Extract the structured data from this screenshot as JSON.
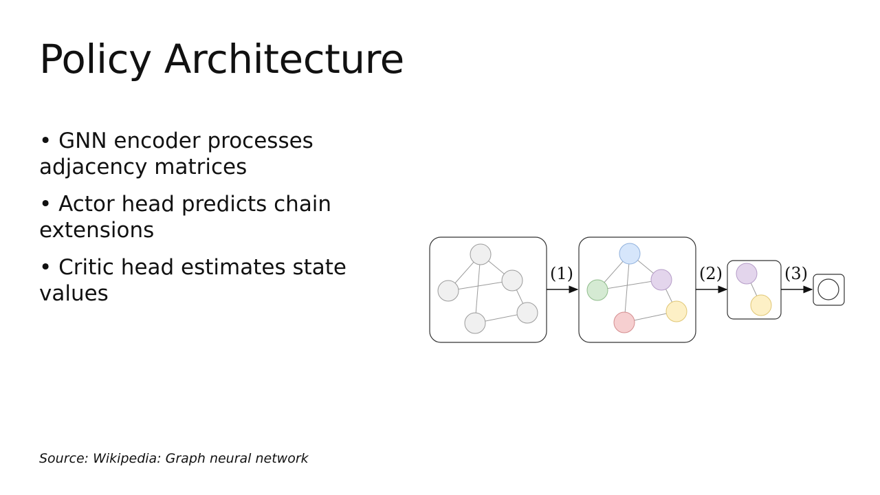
{
  "slide": {
    "title": "Policy Architecture",
    "bullets": [
      "• GNN encoder processes adjacency matrices",
      "• Actor head predicts chain extensions",
      "• Critic head estimates state values"
    ],
    "source": "Source: Wikipedia: Graph neural network"
  },
  "figure": {
    "step_labels": [
      "(1)",
      "(2)",
      "(3)"
    ],
    "colors": {
      "node_gray": "#f0f0f0",
      "node_blue": "#d6e6fb",
      "node_purple": "#e3d5ec",
      "node_green": "#d5ead3",
      "node_yellow": "#fdf0c6",
      "node_red": "#f6cfd0",
      "stroke": "#9a9a9a",
      "box": "#333333"
    }
  }
}
